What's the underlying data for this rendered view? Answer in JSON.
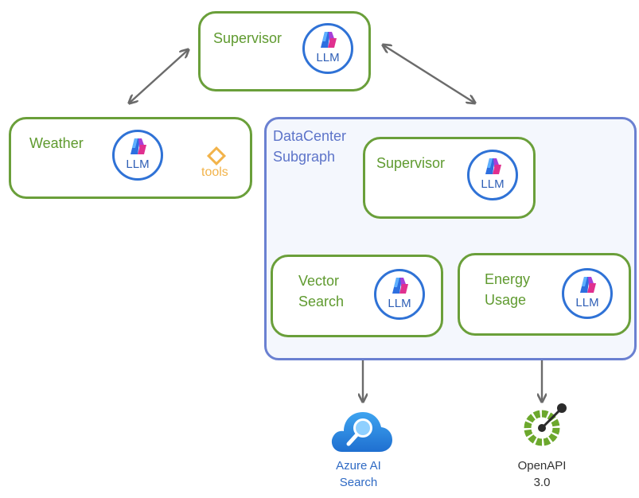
{
  "diagram": {
    "nodes": {
      "top_supervisor": {
        "label": "Supervisor",
        "badge": "LLM"
      },
      "weather": {
        "label": "Weather",
        "badge": "LLM",
        "tools_label": "tools"
      },
      "datacenter_group": {
        "label": "DataCenter\nSubgraph"
      },
      "dc_supervisor": {
        "label": "Supervisor",
        "badge": "LLM"
      },
      "vector_search": {
        "label": "Vector\nSearch",
        "badge": "LLM"
      },
      "energy_usage": {
        "label": "Energy\nUsage",
        "badge": "LLM"
      }
    },
    "services": {
      "azure_ai_search": {
        "label": "Azure AI\nSearch",
        "icon": "azure-search-cloud-icon"
      },
      "openapi": {
        "label": "OpenAPI\n3.0",
        "icon": "openapi-logo-icon"
      }
    }
  },
  "colors": {
    "node_border": "#6a9f3a",
    "node_text": "#5f9a2f",
    "group_border": "#6a80d1",
    "group_fill": "#f4f7fd",
    "group_text": "#5d74c9",
    "llm_border": "#2f72d6",
    "llm_text": "#2f5fb6",
    "tools": "#f2b34a",
    "arrow": "#6b6b6b"
  }
}
